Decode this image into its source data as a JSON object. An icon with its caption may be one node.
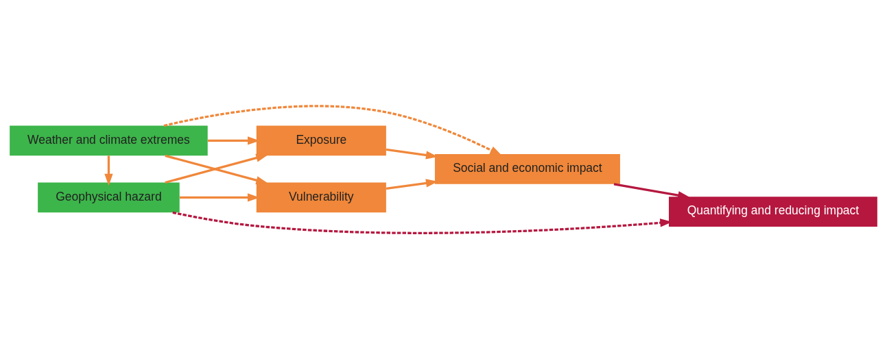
{
  "diagram": {
    "nodes": [
      {
        "text": [
          "Weather and climate extremes"
        ]
      },
      {
        "text": [
          "Geophysical hazard"
        ]
      },
      {
        "text": [
          "Exposure"
        ]
      },
      {
        "text": [
          "Vulnerability"
        ]
      },
      {
        "text": [
          "Social and economic impact"
        ]
      },
      {
        "text": [
          "Quantifying and reducing impact"
        ]
      }
    ],
    "edges": [
      {
        "from": 0,
        "to": 1,
        "arrow": "to"
      },
      {
        "from": 0,
        "to": 4,
        "arrow": "to",
        "style": "dashed"
      },
      {
        "from": 1,
        "to": 2,
        "arrow": "to"
      },
      {
        "from": 1,
        "to": 3,
        "arrow": "to"
      },
      {
        "from": 0,
        "to": 2,
        "arrow": "to"
      },
      {
        "from": 0,
        "to": 3,
        "arrow": "to"
      },
      {
        "from": 2,
        "to": 4,
        "arrow": "to"
      },
      {
        "from": 3,
        "to": 4,
        "arrow": "to"
      },
      {
        "from": 1,
        "to": 5,
        "arrow": "to",
        "style": "dashed",
        "color": "#b5173f"
      },
      {
        "from": 4,
        "to": 5,
        "arrow": "to",
        "color": "#b5173f"
      }
    ]
  }
}
